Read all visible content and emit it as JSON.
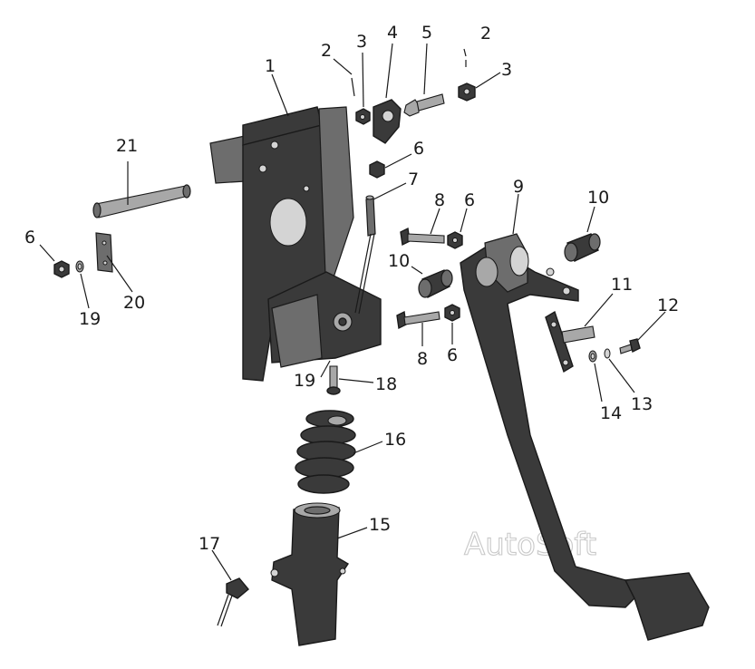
{
  "watermark": "AutoSoft",
  "callouts": {
    "c1": "1",
    "c2a": "2",
    "c2b": "2",
    "c3a": "3",
    "c3b": "3",
    "c4": "4",
    "c5": "5",
    "c6a": "6",
    "c6b": "6",
    "c6c": "6",
    "c6d": "6",
    "c7": "7",
    "c8a": "8",
    "c8b": "8",
    "c9": "9",
    "c10a": "10",
    "c10b": "10",
    "c11": "11",
    "c12": "12",
    "c13": "13",
    "c14": "14",
    "c15": "15",
    "c16": "16",
    "c17": "17",
    "c18": "18",
    "c19a": "19",
    "c19b": "19",
    "c20": "20",
    "c21": "21"
  }
}
